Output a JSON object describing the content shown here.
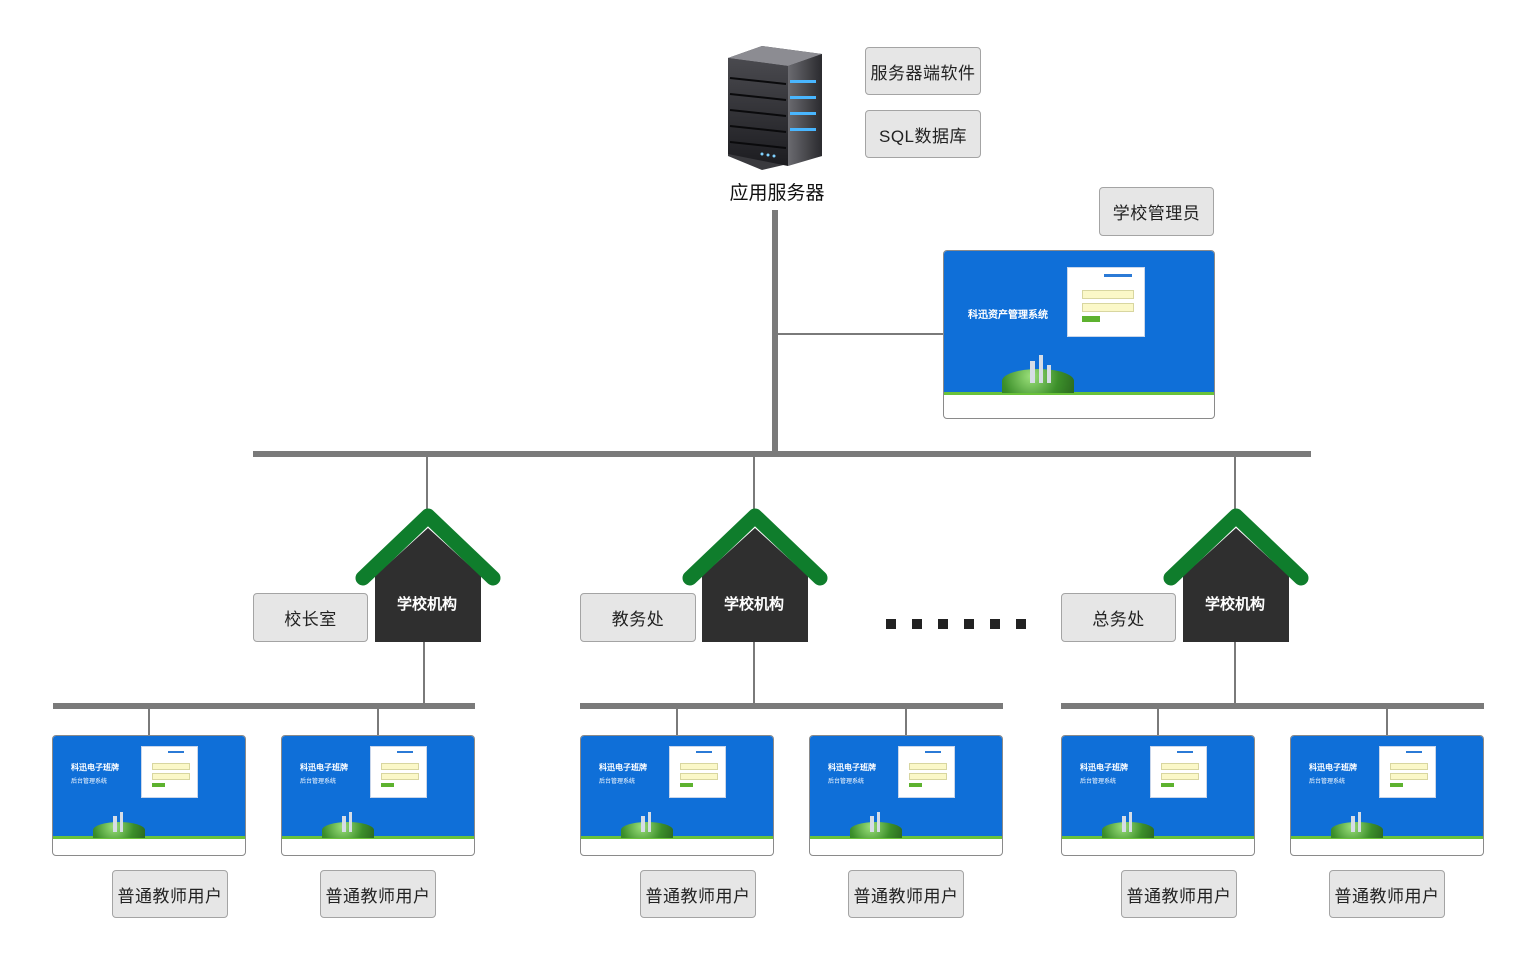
{
  "server": {
    "label": "应用服务器",
    "software_tag": "服务器端软件",
    "database_tag": "SQL数据库"
  },
  "admin": {
    "tag": "学校管理员",
    "screen_title": "科迅资产管理系统"
  },
  "departments": [
    {
      "name": "校长室",
      "org_label": "学校机构"
    },
    {
      "name": "教务处",
      "org_label": "学校机构"
    },
    {
      "name": "总务处",
      "org_label": "学校机构"
    }
  ],
  "client_screen": {
    "title": "科迅电子班牌",
    "subtitle": "后台管理系统"
  },
  "teacher_label": "普通教师用户",
  "ellipsis": "……",
  "colors": {
    "screen_blue": "#0f6fd8",
    "roof_green": "#0f7d2c",
    "house_dark": "#2f2f2f",
    "line_gray": "#7a7a7a"
  }
}
